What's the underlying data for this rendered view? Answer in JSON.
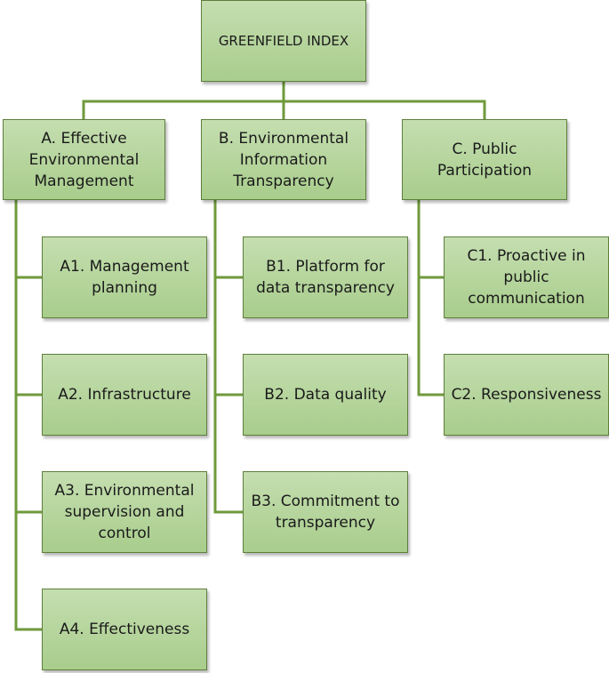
{
  "root": {
    "label": "GREENFIELD INDEX"
  },
  "categories": [
    {
      "label": "A. Effective Environmental Management",
      "items": [
        "A1. Management planning",
        "A2. Infrastructure",
        "A3. Environmental supervision and control",
        "A4. Effectiveness"
      ]
    },
    {
      "label": "B. Environmental Information Transparency",
      "items": [
        "B1. Platform for data transparency",
        "B2. Data quality",
        "B3. Commitment to transparency"
      ]
    },
    {
      "label": "C. Public Participation",
      "items": [
        "C1. Proactive in public communication",
        "C2. Responsiveness"
      ]
    }
  ],
  "colors": {
    "node_fill_top": "#c5deb0",
    "node_fill_bottom": "#a8cd8c",
    "node_border": "#5f7f3c",
    "connector": "#6f9a3b"
  }
}
